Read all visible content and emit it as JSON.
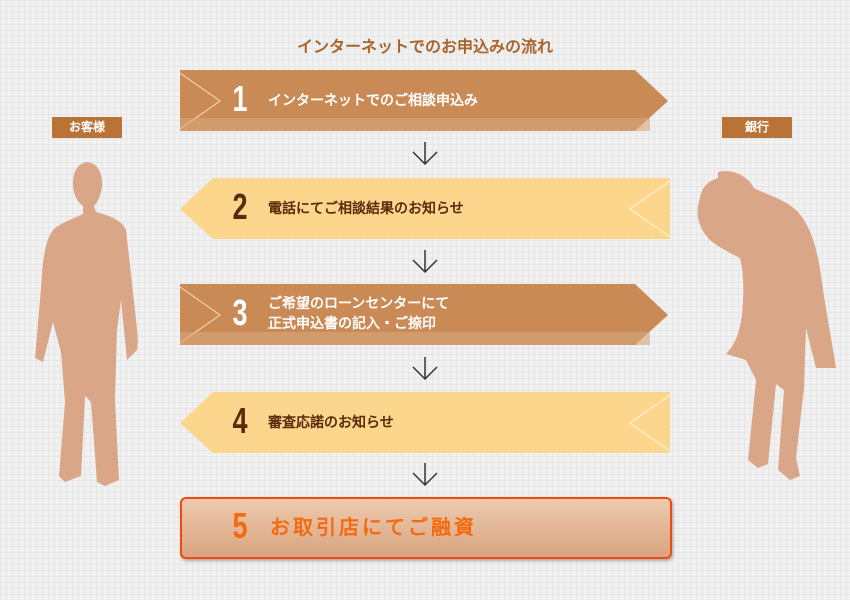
{
  "title": "インターネットでのお申込みの流れ",
  "customer_label": "お客様",
  "bank_label": "銀行",
  "steps": [
    {
      "num": "1",
      "text": "インターネットでのご相談申込み"
    },
    {
      "num": "2",
      "text": "電話にてご相談結果のお知らせ"
    },
    {
      "num": "3",
      "line1": "ご希望のローンセンターにて",
      "line2": "正式申込書の記入・ご捺印"
    },
    {
      "num": "4",
      "text": "審査応諾のお知らせ"
    },
    {
      "num": "5",
      "text": "お取引店にてご融資"
    }
  ],
  "colors": {
    "dark_step": "#c98a55",
    "light_step": "#fcd68c",
    "final_border": "#f04a10",
    "silhouette": "#d9a688"
  }
}
